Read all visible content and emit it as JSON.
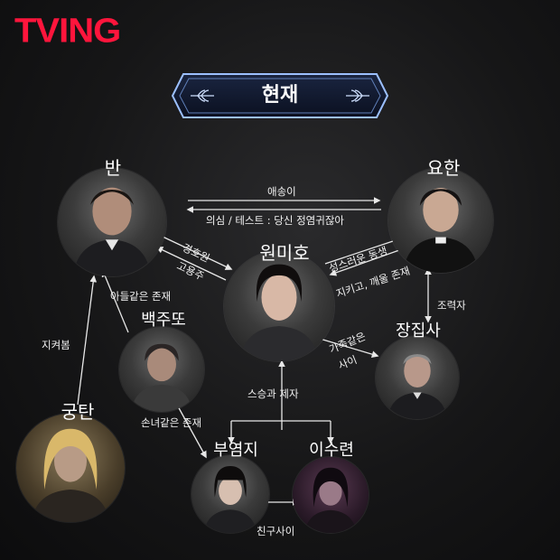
{
  "brand": {
    "logo_text": "TVING",
    "logo_color": "#ff153c"
  },
  "title": "현재",
  "characters": {
    "ban": "반",
    "yohan": "요한",
    "wonmiho": "원미호",
    "baekjuddo": "백주또",
    "jangjipsa": "장집사",
    "gungtan": "궁탄",
    "buyeomji": "부염지",
    "isuryeon": "이수련"
  },
  "relations": {
    "ban_yohan_top": "애송이",
    "ban_yohan_bottom": "의심 / 테스트 : 당신 정염귀잖아",
    "ban_miho_1": "경호원",
    "ban_miho_2": "고용주",
    "ban_baek": "아들같은 존재",
    "gungtan_ban": "지켜봄",
    "miho_yohan_1": "성스러운 동생",
    "miho_yohan_2": "지키고, 깨울 존재",
    "yohan_jang": "조력자",
    "miho_jang_1": "가족같은",
    "miho_jang_2": "사이",
    "miho_students": "스승과 제자",
    "baek_buyeomji": "손녀같은 존재",
    "friends": "친구사이"
  },
  "colors": {
    "line": "#e8e8e8",
    "badge_border": "#8fb6ff"
  }
}
